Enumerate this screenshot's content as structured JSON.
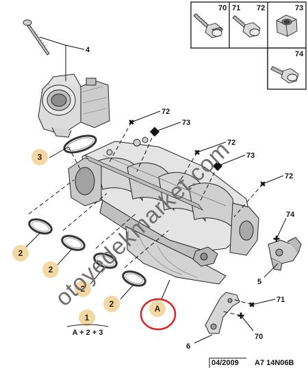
{
  "fastener_box": {
    "cells": [
      {
        "id": "70",
        "label": "70"
      },
      {
        "id": "71",
        "label": "71"
      },
      {
        "id": "72",
        "label": "72"
      },
      {
        "id": "73",
        "label": "73"
      },
      {
        "id": "74",
        "label": "74"
      }
    ]
  },
  "callouts": {
    "c4": "4",
    "c72a": "72",
    "c73a": "73",
    "c72b": "72",
    "c73b": "73",
    "c72c": "72",
    "c74": "74",
    "c5": "5",
    "c71": "71",
    "c70": "70",
    "c6": "6"
  },
  "bubbles": {
    "b3": "3",
    "b2a": "2",
    "b2b": "2",
    "b2c": "2",
    "b2d": "2",
    "bA": "A",
    "b1": "1"
  },
  "formula": "A + 2 + 3",
  "watermark": "otoyedekmarket.com",
  "footer": {
    "date": "04/2009",
    "code": "A7 14N06B"
  },
  "colors": {
    "bubble": "#f5d7a3",
    "highlight_circle": "#e02020",
    "line": "#111111"
  }
}
